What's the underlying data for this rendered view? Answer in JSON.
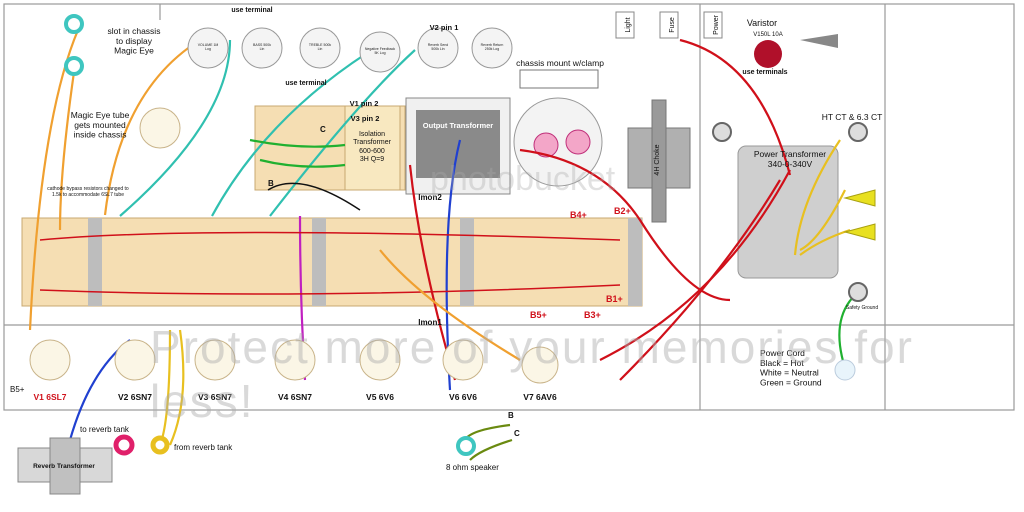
{
  "labels": {
    "slot": "slot in chassis\nto display\nMagic Eye",
    "use_terminal_top": "use terminal",
    "use_terminal_mid": "use terminal",
    "v2pin1": "V2 pin 1",
    "chassis_mount": "chassis mount w/clamp",
    "light": "Light",
    "fuse": "Fuse",
    "power": "Power",
    "varistor": "Varistor",
    "varistor_part": "V150L 10A",
    "use_terminals": "use terminals",
    "magic_eye": "Magic Eye tube\ngets mounted\ninside chassis",
    "v1pin2": "V1 pin 2",
    "v3pin2": "V3 pin 2",
    "isolation": "Isolation\nTransformer",
    "iso_spec": "600-600\n3H Q=9",
    "output_transformer": "Output Transformer",
    "choke": "4H Choke",
    "ht_ct": "HT CT & 6.3 CT",
    "power_transformer": "Power Transformer\n340-0-340V",
    "safety_ground": "Safety Ground",
    "cathode_note": "cathode bypass resistors changed to\n1.5k to accommodate 6SL7 tube",
    "imon2": "Imon2",
    "imon1": "Imon1",
    "b_left": "B",
    "c_left": "C",
    "b4": "B4+",
    "b2": "B2+",
    "b5": "B5+",
    "b3": "B3+",
    "b1": "B1+",
    "b5_left": "B5+",
    "power_cord": "Power Cord\nBlack = Hot\nWhite = Neutral\nGreen = Ground",
    "to_reverb": "to reverb tank",
    "from_reverb": "from reverb tank",
    "reverb_transformer": "Reverb Transformer",
    "speaker": "8 ohm speaker",
    "spk_b": "B",
    "spk_c": "C",
    "watermark": "Protect more of your memories for less!",
    "watermark_top": "photobucket"
  },
  "tubes": [
    {
      "name": "V1 6SL7",
      "color": "#d0101a"
    },
    {
      "name": "V2 6SN7",
      "color": "#111111"
    },
    {
      "name": "V3 6SN7",
      "color": "#111111"
    },
    {
      "name": "V4 6SN7",
      "color": "#111111"
    },
    {
      "name": "V5 6V6",
      "color": "#111111"
    },
    {
      "name": "V6 6V6",
      "color": "#111111"
    },
    {
      "name": "V7 6AV6",
      "color": "#111111"
    }
  ],
  "pots": [
    {
      "label": "VOLUME 1M\nLog"
    },
    {
      "label": "BASS 500k\nLin"
    },
    {
      "label": "TREBLE 500k\nLin"
    },
    {
      "label": "Negative Feedback\n5K Log"
    },
    {
      "label": "Reverb Send\n500k Lin"
    },
    {
      "label": "Reverb Return\n250k Log"
    }
  ],
  "colors": {
    "board": "#f5deb3",
    "red_wire": "#d0101a",
    "orange_wire": "#f0a030",
    "yellow_wire": "#e8c020",
    "green_wire": "#20b030",
    "blue_wire": "#2040d0",
    "teal_wire": "#30c0b0",
    "purple_wire": "#c020c0",
    "chassis_line": "#9a9a9a"
  }
}
